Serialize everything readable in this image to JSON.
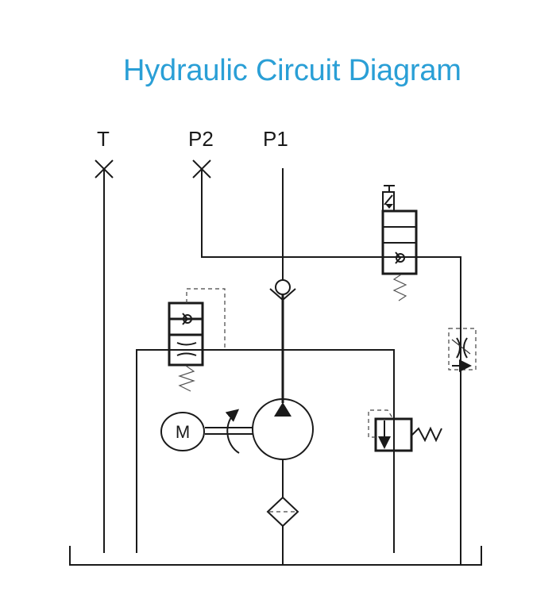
{
  "title": "Hydraulic Circuit Diagram",
  "ports": {
    "tank": "T",
    "pressure2": "P2",
    "pressure1": "P1"
  },
  "components": {
    "motor_label": "M",
    "motor": "electric-motor",
    "pump": "hydraulic-pump",
    "filter": "suction-filter",
    "check_valve": "check-valve",
    "relief_valve": "pressure-relief-valve",
    "solenoid_valve": "solenoid-directional-valve",
    "pilot_valve": "pilot-operated-valve",
    "flow_control": "adjustable-flow-control-valve",
    "reservoir": "tank-reservoir"
  },
  "colors": {
    "title": "#2a9fd6",
    "lines": "#1a1a1a"
  }
}
